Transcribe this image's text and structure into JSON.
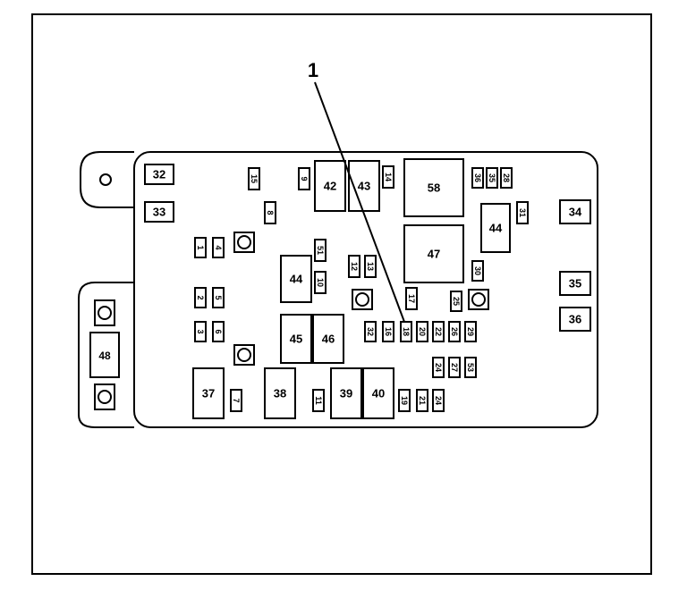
{
  "callout": "1",
  "fuses": {
    "f32": "32",
    "f33": "33",
    "f15": "15",
    "f9": "9",
    "f42": "42",
    "f43": "43",
    "f14": "14",
    "f58": "58",
    "f36a": "36",
    "f35a": "35",
    "f28a": "28",
    "f34": "34",
    "f8": "8",
    "f31": "31",
    "f44a": "44",
    "f1": "1",
    "f4": "4",
    "f51": "51",
    "f47": "47",
    "f12": "12",
    "f13": "13",
    "f44b": "44",
    "f10": "10",
    "f30": "30",
    "f35b": "35",
    "f2": "2",
    "f5": "5",
    "f17": "17",
    "f25": "25",
    "f36b": "36",
    "f3": "3",
    "f6": "6",
    "f45": "45",
    "f46": "46",
    "f32b": "32",
    "f16": "16",
    "f18": "18",
    "f20": "20",
    "f22": "22",
    "f26": "26",
    "f29": "29",
    "f48": "48",
    "f24": "24",
    "f27": "27",
    "f53": "53",
    "f37": "37",
    "f7": "7",
    "f38": "38",
    "f11": "11",
    "f39": "39",
    "f40": "40",
    "f19": "19",
    "f21": "21",
    "f24b": "24"
  }
}
